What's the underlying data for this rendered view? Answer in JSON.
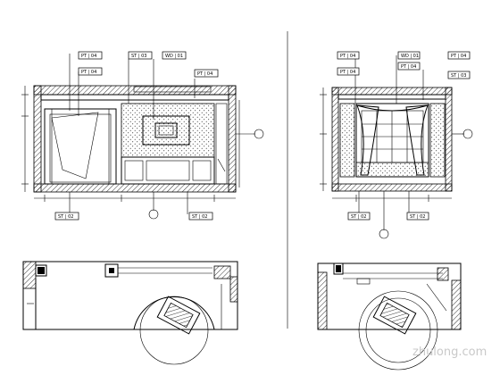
{
  "drawing": {
    "left_elevation": {
      "tags_top": [
        "PT | 04",
        "PT | 04",
        "ST | 03",
        "WD | 01",
        "PT | 04"
      ],
      "tags_bottom": [
        "ST | 02",
        "ST | 02"
      ]
    },
    "right_elevation": {
      "tags_top": [
        "PT | 04",
        "PT | 04",
        "WD | 01",
        "PT | 04",
        "PT | 04",
        "ST | 03"
      ],
      "tags_bottom": [
        "ST | 02",
        "ST | 02"
      ]
    }
  },
  "watermark": "zhulong.com"
}
